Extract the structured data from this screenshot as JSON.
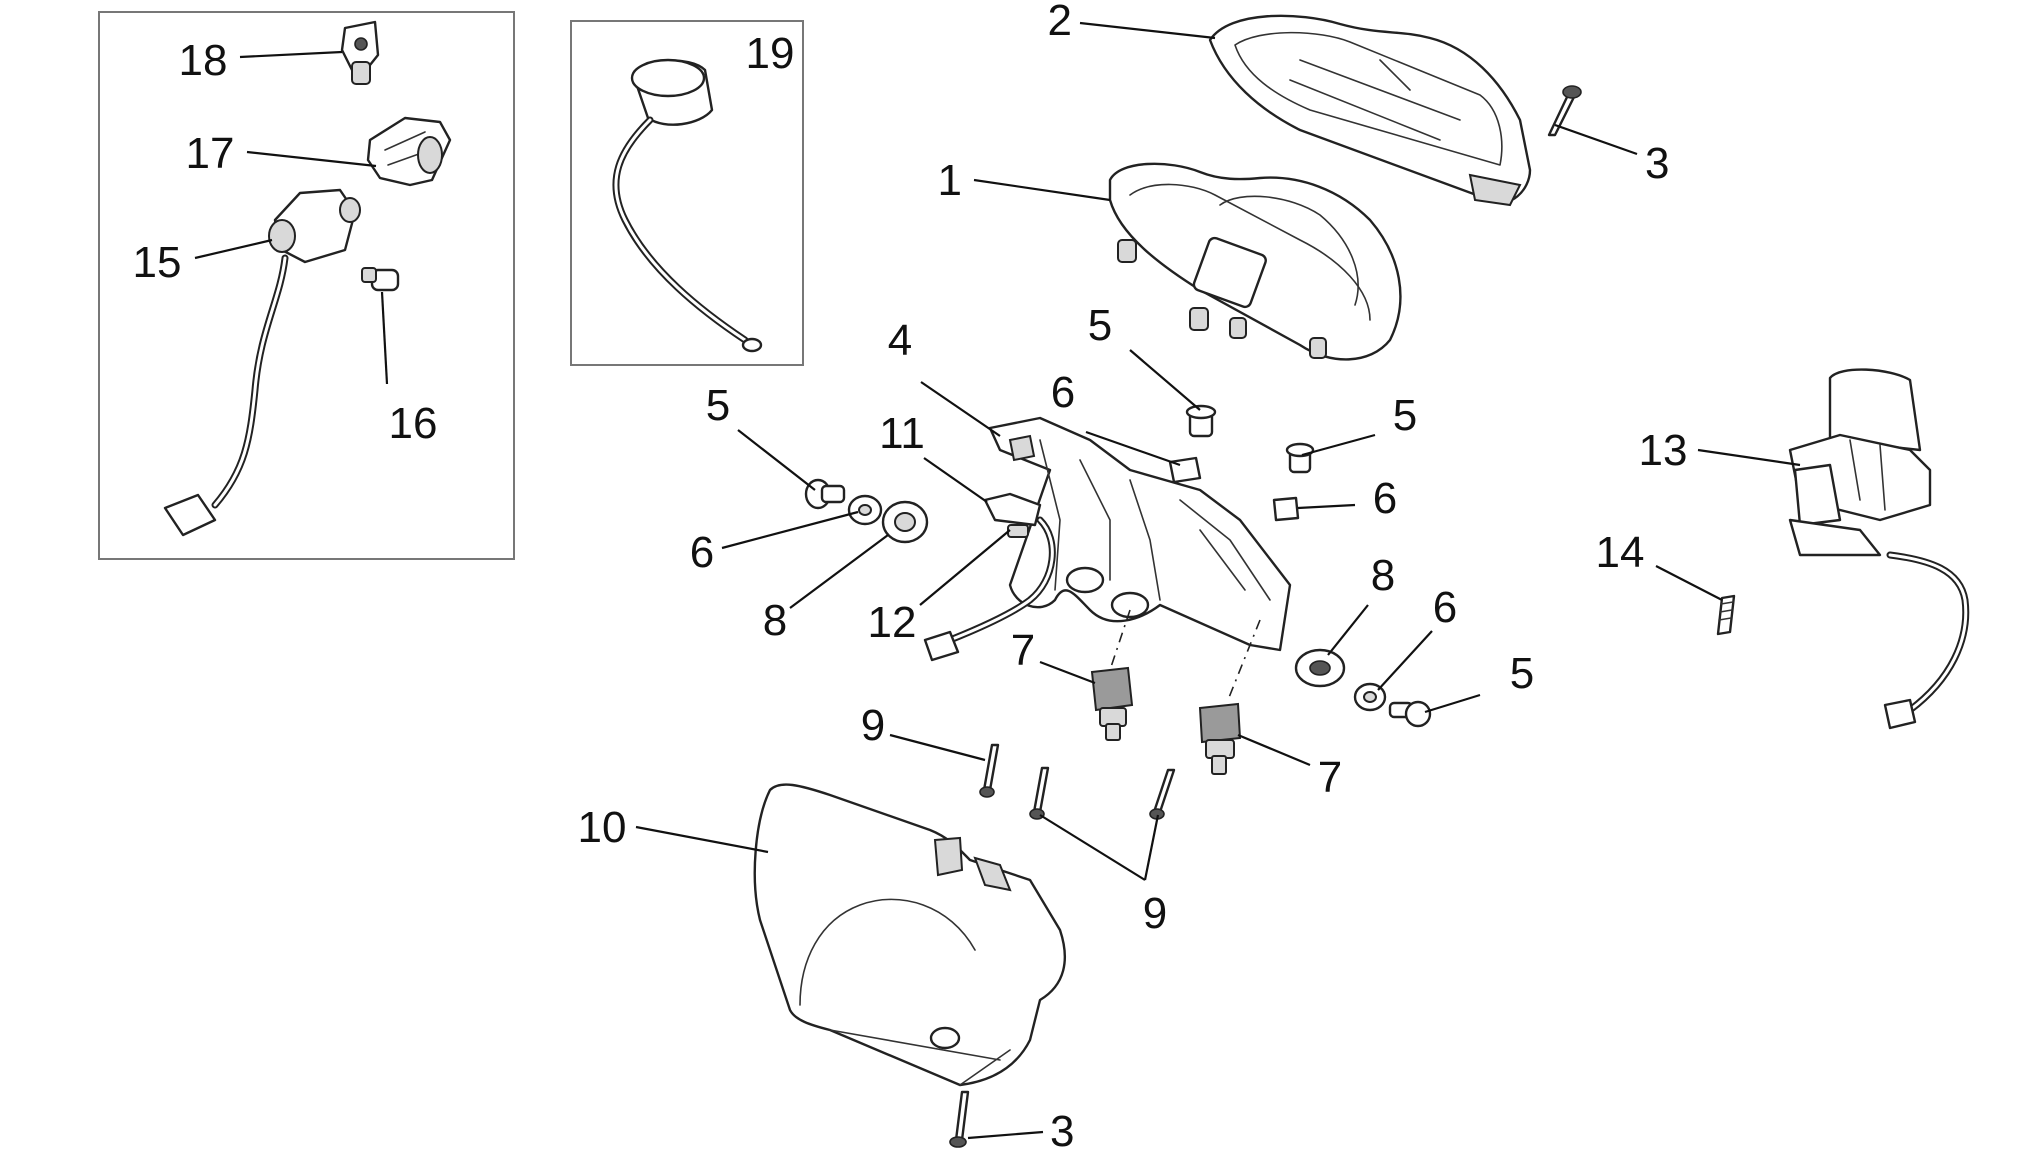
{
  "diagram": {
    "callouts": [
      "1",
      "2",
      "3",
      "3",
      "4",
      "5",
      "5",
      "5",
      "5",
      "6",
      "6",
      "6",
      "6",
      "7",
      "7",
      "8",
      "8",
      "9",
      "9",
      "10",
      "11",
      "12",
      "13",
      "14",
      "15",
      "16",
      "17",
      "18",
      "19"
    ]
  }
}
